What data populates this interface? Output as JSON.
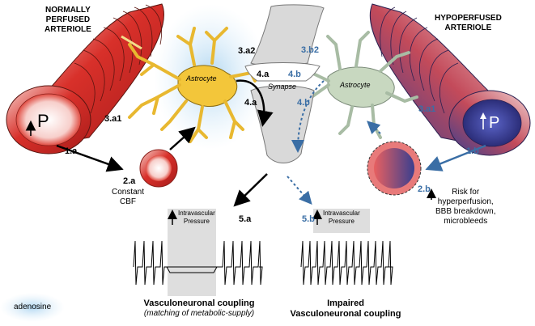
{
  "titles": {
    "left": [
      "NORMALLY",
      "PERFUSED",
      "ARTERIOLE"
    ],
    "right": [
      "HYPOPERFUSED",
      "ARTERIOLE"
    ]
  },
  "vessel_label": "P",
  "cells": {
    "astrocyte_left": "Astrocyte",
    "astrocyte_right": "Astrocyte",
    "synapse": "Synapse"
  },
  "steps": {
    "s1a": "1.a",
    "s2a": "2.a",
    "s3a1": "3.a1",
    "s3a2": "3.a2",
    "s4a_top": "4.a",
    "s4a_bottom": "4.a",
    "s5a": "5.a",
    "s1b": "1.b",
    "s2b": "2.b",
    "s3a1_right": "3.a1",
    "s3b2": "3.b2",
    "s4b_top": "4.b",
    "s4b_bottom": "4.b",
    "s5b": "5.b"
  },
  "notes": {
    "constant_cbf": [
      "Constant",
      "CBF"
    ],
    "risk": [
      "Risk for",
      "hyperperfusion,",
      "BBB breakdown,",
      "microbleeds"
    ],
    "pressure_box": [
      "Intravascular",
      "Pressure"
    ]
  },
  "captions": {
    "left_main": "Vasculoneuronal coupling",
    "left_sub": "(matching of metabolic-supply)",
    "right_line1": "Impaired",
    "right_line2": "Vasculoneuronal coupling"
  },
  "legend": {
    "adenosine": "adenosine"
  },
  "colors": {
    "red": "#d8302a",
    "blue_vessel": "#3a3f8f",
    "astro_left": "#f3c63a",
    "astro_right": "#c8d8c0",
    "dashed_arrow": "#3a6ea5",
    "synapse": "#d9d9d9"
  }
}
